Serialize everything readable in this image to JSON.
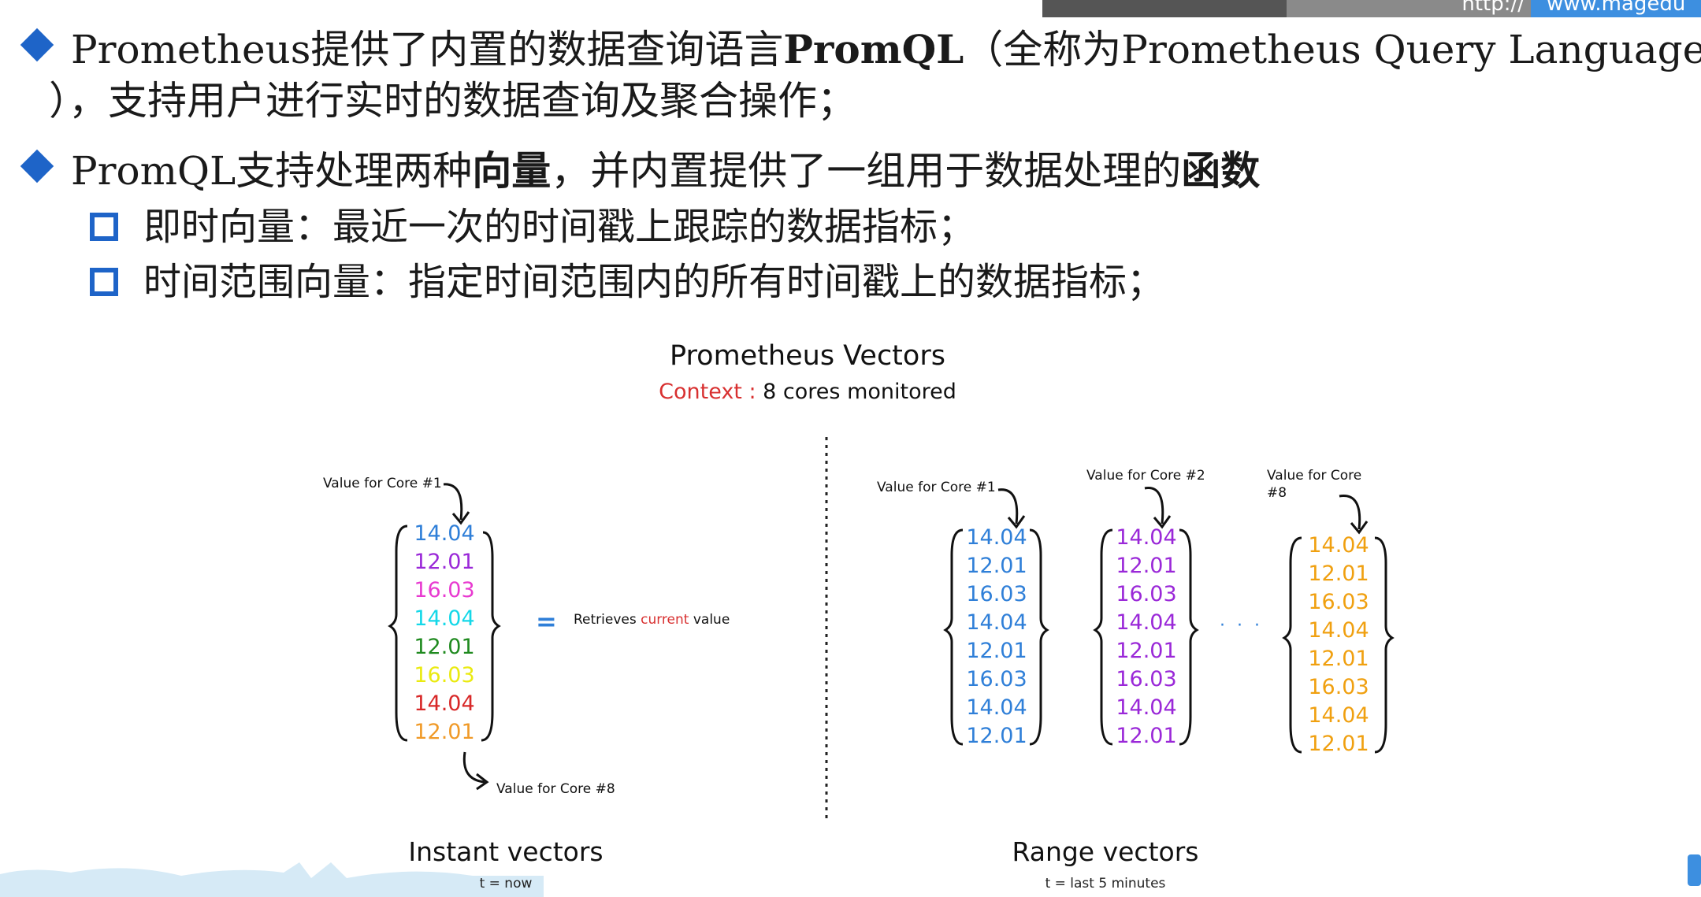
{
  "topbar": {
    "url_prefix": "http://",
    "url_site": "www.magedu"
  },
  "bullets": {
    "b1_pre": "Prometheus提供了内置的数据查询语言",
    "b1_bold": "PromQL",
    "b1_post": "（全称为Prometheus Query Language",
    "b1_line2": "），支持用户进行实时的数据查询及聚合操作；",
    "b2_pre": "PromQL支持处理两种",
    "b2_bold1": "向量",
    "b2_mid": "，并内置提供了一组用于数据处理的",
    "b2_bold2": "函数",
    "sub1": "即时向量：最近一次的时间戳上跟踪的数据指标；",
    "sub2": "时间范围向量：指定时间范围内的所有时间戳上的数据指标；"
  },
  "figure": {
    "title": "Prometheus Vectors",
    "context_label": "Context :",
    "context_value": "8 cores monitored",
    "instant": {
      "label_top": "Value for Core #1",
      "label_bottom": "Value for Core #8",
      "values": [
        "14.04",
        "12.01",
        "16.03",
        "14.04",
        "12.01",
        "16.03",
        "14.04",
        "12.01"
      ],
      "colors": [
        "#2f7fd8",
        "#9a28d8",
        "#e83ad0",
        "#14d8e8",
        "#1f8a1f",
        "#eaea10",
        "#d82828",
        "#f09a28"
      ],
      "equals": "=",
      "retrieves_pre": "Retrieves ",
      "retrieves_hl": "current",
      "retrieves_post": " value",
      "caption": "Instant vectors",
      "sub": "t = now"
    },
    "range": {
      "label_core1": "Value for Core #1",
      "label_core2": "Value for Core #2",
      "label_core8_a": "Value for Core",
      "label_core8_b": "#8",
      "ellipsis": "· · ·",
      "values": [
        "14.04",
        "12.01",
        "16.03",
        "14.04",
        "12.01",
        "16.03",
        "14.04",
        "12.01"
      ],
      "colors": [
        "#2f7fd8",
        "#9a28d8",
        "#f0a010"
      ],
      "caption": "Range vectors",
      "sub": "t = last 5 minutes"
    }
  }
}
